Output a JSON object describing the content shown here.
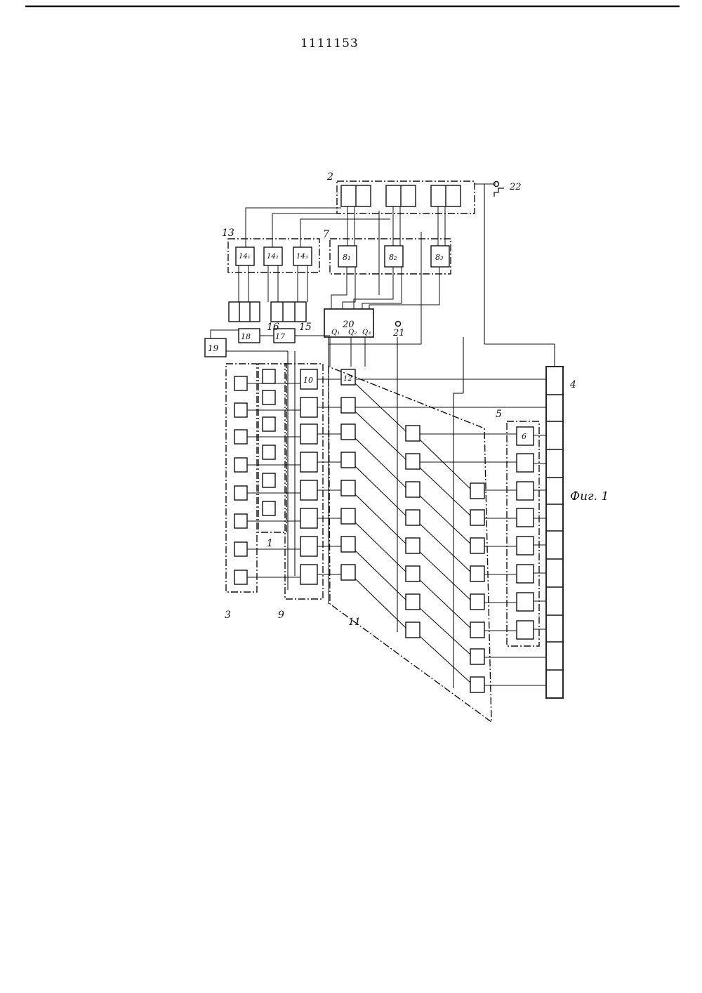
{
  "document": {
    "number": "1111153",
    "figure_caption": "Фиг. 1"
  },
  "labels": {
    "block_1": "1",
    "block_2": "2",
    "block_3": "3",
    "block_4": "4",
    "block_5": "5",
    "block_7": "7",
    "block_9": "9",
    "block_11": "11",
    "block_13": "13",
    "block_15": "15",
    "block_16": "16",
    "block_17": "17",
    "block_18": "18",
    "block_19": "19",
    "block_20": "20",
    "terminal_21": "21",
    "terminal_22": "22",
    "cell_10": "10",
    "cell_12": "12",
    "cell_6": "6",
    "cell_14_1": "14₁",
    "cell_14_2": "14₂",
    "cell_14_3": "14₃",
    "cell_8_1": "8₁",
    "cell_8_2": "8₂",
    "cell_8_3": "8₃",
    "port_20_1": "Q₁",
    "port_20_2": "Q₂",
    "port_20_3": "Q₃"
  }
}
